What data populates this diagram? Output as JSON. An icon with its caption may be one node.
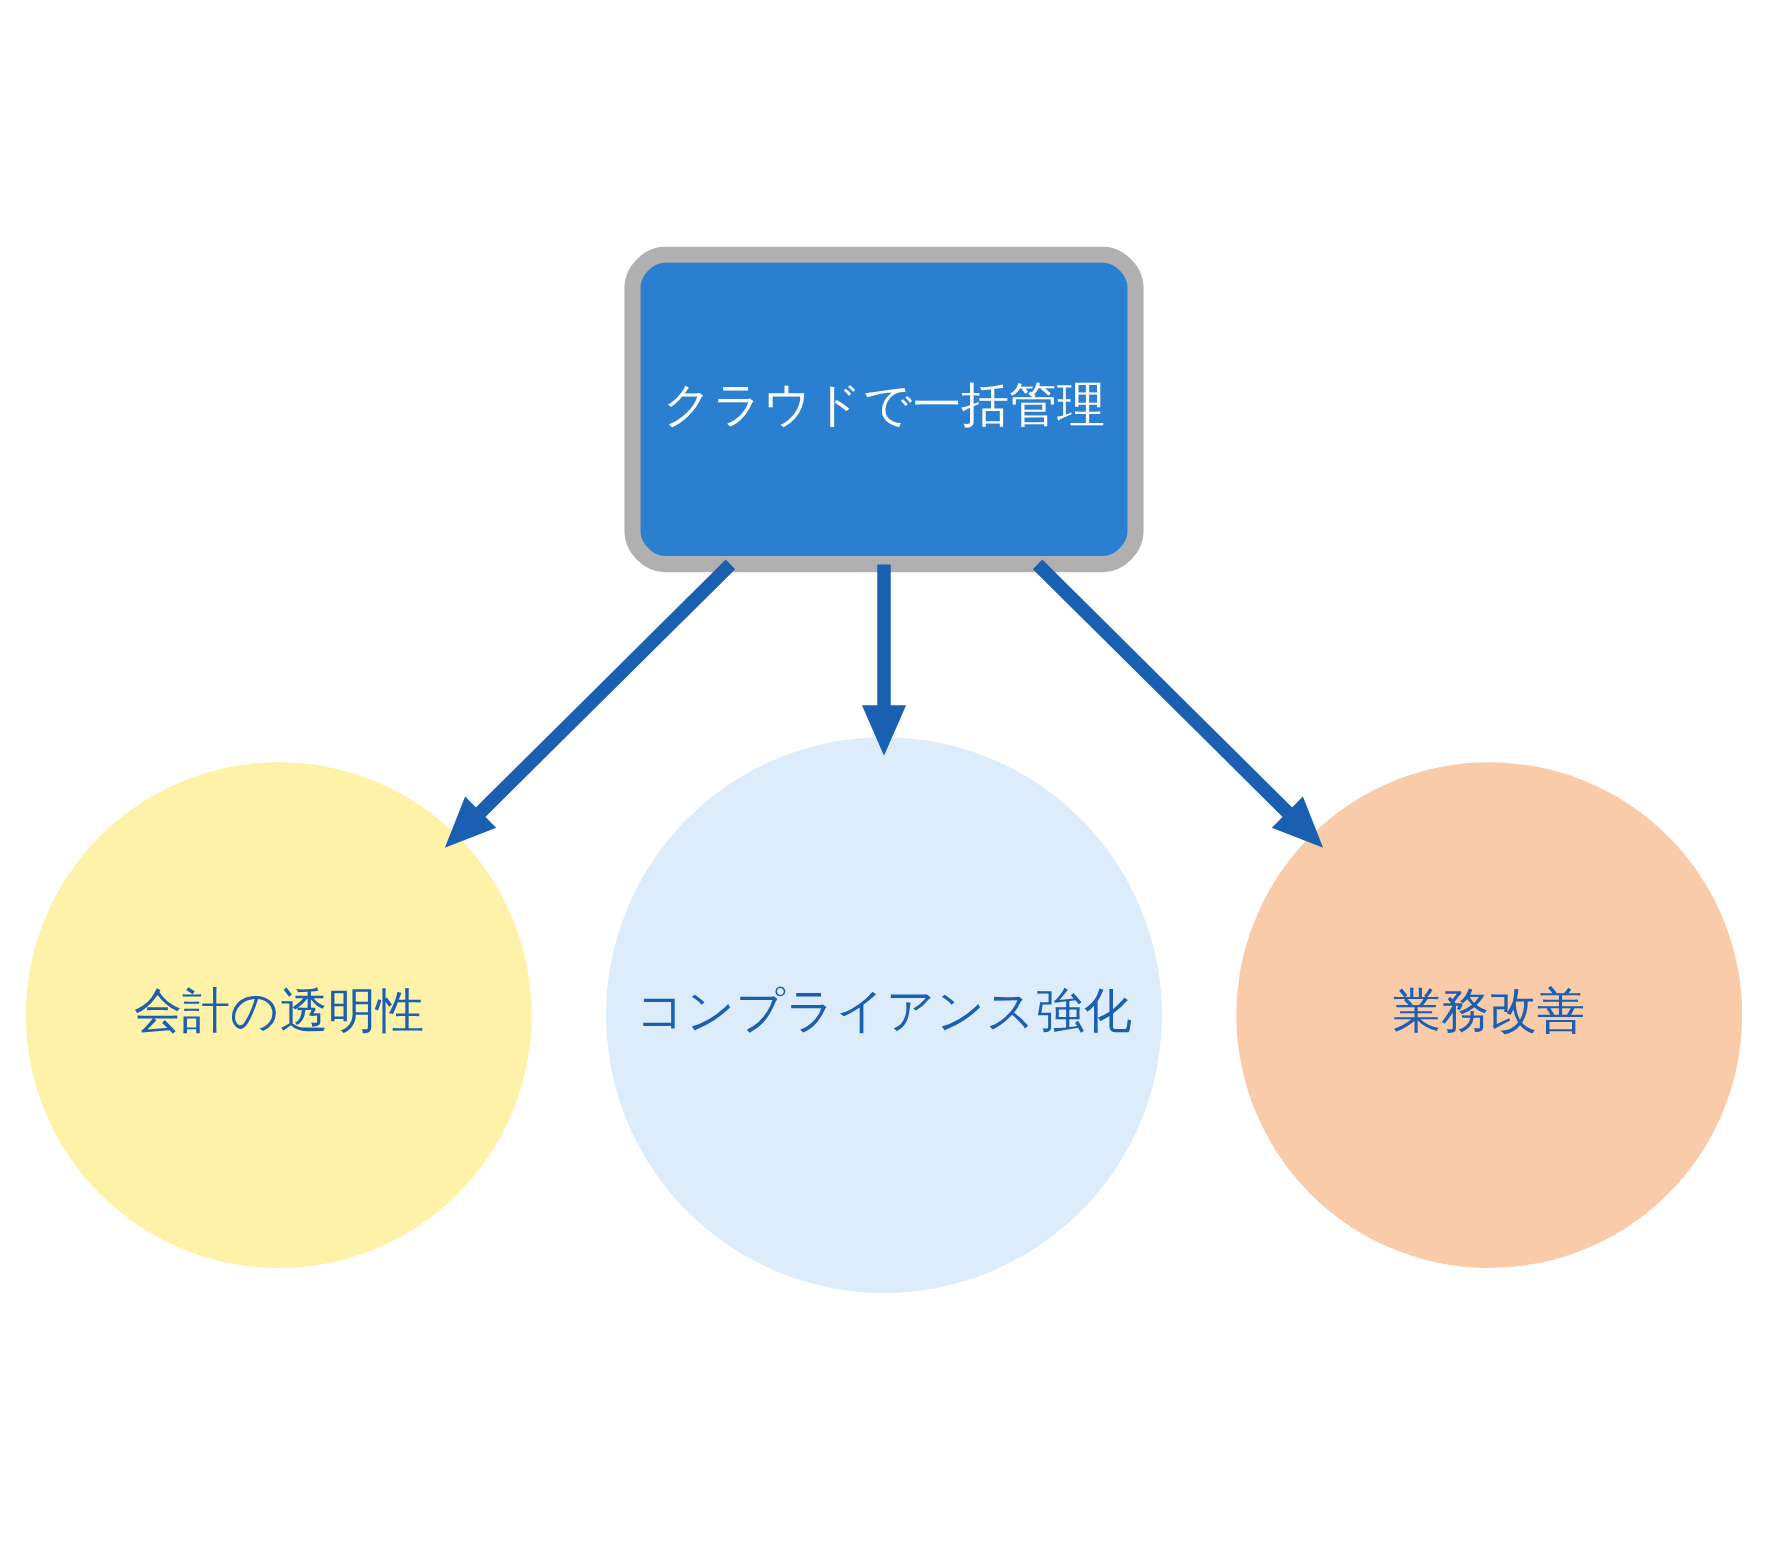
{
  "diagram": {
    "nodes": [
      {
        "text": [
          "クラウドで一括管理"
        ]
      },
      {
        "text": [
          "会計の透明性"
        ]
      },
      {
        "text": [
          "コンプライアンス強化"
        ]
      },
      {
        "text": [
          "業務改善"
        ]
      }
    ],
    "edges": [
      {
        "from": 0,
        "to": 1,
        "arrow": "to"
      },
      {
        "from": 0,
        "to": 2,
        "arrow": "to"
      },
      {
        "from": 0,
        "to": 3,
        "arrow": "to"
      }
    ]
  }
}
